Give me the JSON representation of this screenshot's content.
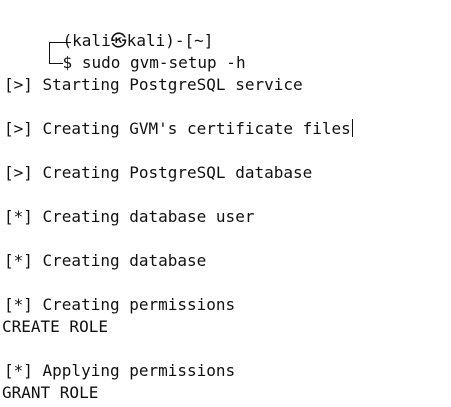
{
  "terminal": {
    "prompt_user_host": "(kali㉿kali)-[~]",
    "prompt_symbol": "$",
    "command": "sudo gvm-setup -h",
    "lines": [
      "[>] Starting PostgreSQL service",
      "[>] Creating GVM's certificate files",
      "[>] Creating PostgreSQL database",
      "[*] Creating database user",
      "[*] Creating database",
      "[*] Creating permissions",
      "CREATE ROLE",
      "[*] Applying permissions",
      "GRANT ROLE"
    ]
  }
}
